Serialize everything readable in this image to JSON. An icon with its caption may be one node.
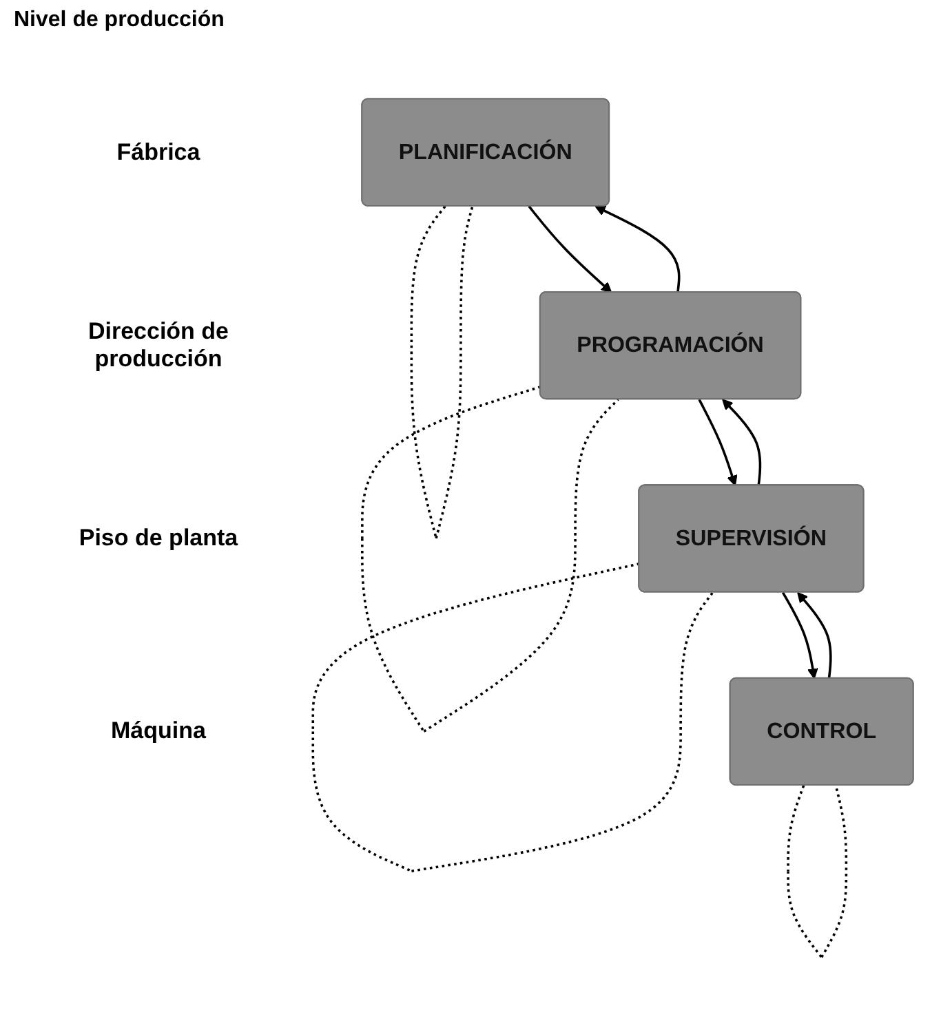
{
  "diagram": {
    "title": "Nivel de producción",
    "nodes": [
      {
        "text": [
          "PLANIFICACIÓN"
        ]
      },
      {
        "text": [
          "PROGRAMACIÓN"
        ]
      },
      {
        "text": [
          "SUPERVISIÓN"
        ]
      },
      {
        "text": [
          "CONTROL"
        ]
      }
    ],
    "edges": [
      {
        "from": 0,
        "to": 0,
        "arrow": "none",
        "style": "dashed"
      },
      {
        "from": 0,
        "to": 1,
        "arrow": "to"
      },
      {
        "from": 1,
        "to": 0,
        "arrow": "to"
      },
      {
        "from": 1,
        "to": 1,
        "arrow": "none",
        "style": "dashed"
      },
      {
        "from": 1,
        "to": 2,
        "arrow": "to"
      },
      {
        "from": 2,
        "to": 1,
        "arrow": "to"
      },
      {
        "from": 2,
        "to": 2,
        "arrow": "none",
        "style": "dashed"
      },
      {
        "from": 2,
        "to": 3,
        "arrow": "to"
      },
      {
        "from": 3,
        "to": 2,
        "arrow": "to"
      },
      {
        "from": 3,
        "to": 3,
        "arrow": "none",
        "style": "dashed"
      }
    ],
    "labels": [
      "Fábrica",
      "Dirección de producción",
      "Piso de planta",
      "Máquina"
    ]
  }
}
